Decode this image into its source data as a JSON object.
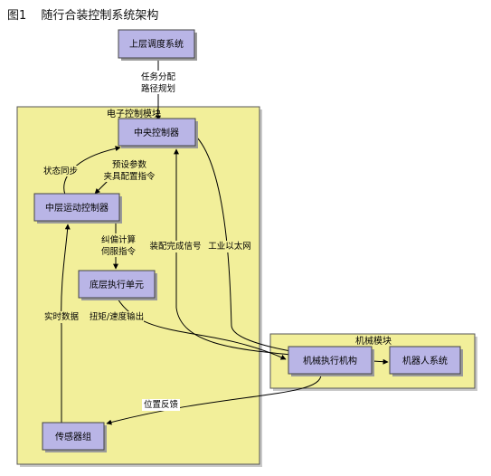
{
  "figure": {
    "number": "图1",
    "title": "随行合装控制系统架构"
  },
  "groups": {
    "electronic": "电子控制模块",
    "mechanical": "机械模块"
  },
  "nodes": {
    "upper": "上层调度系统",
    "central": "中央控制器",
    "middle": "中层运动控制器",
    "bottom": "底层执行单元",
    "sensor": "传感器组",
    "actuator": "机械执行机构",
    "robot": "机器人系统"
  },
  "edges": {
    "task_line1": "任务分配",
    "task_line2": "路径规划",
    "state_sync": "状态同步",
    "preset_line1": "预设参数",
    "preset_line2": "夹具配置指令",
    "correct_line1": "纠偏计算",
    "correct_line2": "伺服指令",
    "torque": "扭矩/速度输出",
    "realtime": "实时数据",
    "assembly_done": "装配完成信号",
    "ethernet": "工业以太网",
    "position": "位置反馈"
  }
}
